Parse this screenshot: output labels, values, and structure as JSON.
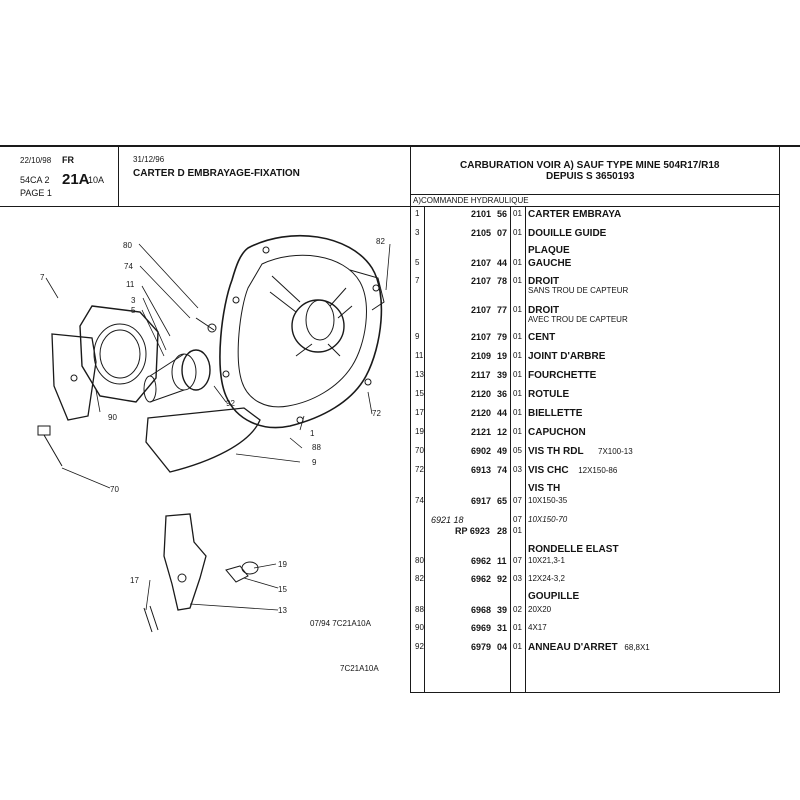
{
  "header": {
    "date": "22/10/98",
    "lang": "FR",
    "ref_prefix": "54CA 2",
    "ref_main": "21A",
    "ref_suffix": "10A",
    "page": "PAGE 1",
    "update_date": "31/12/96",
    "title": "CARTER D EMBRAYAGE-FIXATION",
    "applicability_line1": "CARBURATION VOIR A) SAUF TYPE MINE 504R17/R18",
    "applicability_line2": "DEPUIS S 3650193"
  },
  "parts_table": {
    "section_label": "A)COMMANDE HYDRAULIQUE",
    "rows": [
      {
        "item": "1",
        "ref": "2101",
        "sub": "56",
        "qty": "01",
        "name": "CARTER EMBRAYA",
        "detail": ""
      },
      {
        "item": "3",
        "ref": "2105",
        "sub": "07",
        "qty": "01",
        "name": "DOUILLE GUIDE",
        "detail": ""
      },
      {
        "item": "",
        "ref": "",
        "sub": "",
        "qty": "",
        "name": "PLAQUE",
        "detail": ""
      },
      {
        "item": "5",
        "ref": "2107",
        "sub": "44",
        "qty": "01",
        "name": "GAUCHE",
        "detail": ""
      },
      {
        "item": "7",
        "ref": "2107",
        "sub": "78",
        "qty": "01",
        "name": "DROIT",
        "detail": "SANS TROU DE CAPTEUR"
      },
      {
        "item": "",
        "ref": "2107",
        "sub": "77",
        "qty": "01",
        "name": "DROIT",
        "detail": "AVEC TROU DE CAPTEUR"
      },
      {
        "item": "9",
        "ref": "2107",
        "sub": "79",
        "qty": "01",
        "name": "CENT",
        "detail": ""
      },
      {
        "item": "11",
        "ref": "2109",
        "sub": "19",
        "qty": "01",
        "name": "JOINT D'ARBRE",
        "detail": ""
      },
      {
        "item": "13",
        "ref": "2117",
        "sub": "39",
        "qty": "01",
        "name": "FOURCHETTE",
        "detail": ""
      },
      {
        "item": "15",
        "ref": "2120",
        "sub": "36",
        "qty": "01",
        "name": "ROTULE",
        "detail": ""
      },
      {
        "item": "17",
        "ref": "2120",
        "sub": "44",
        "qty": "01",
        "name": "BIELLETTE",
        "detail": ""
      },
      {
        "item": "19",
        "ref": "2121",
        "sub": "12",
        "qty": "01",
        "name": "CAPUCHON",
        "detail": ""
      },
      {
        "item": "70",
        "ref": "6902",
        "sub": "49",
        "qty": "05",
        "name": "VIS TH RDL",
        "detail": "7X100-13"
      },
      {
        "item": "72",
        "ref": "6913",
        "sub": "74",
        "qty": "03",
        "name": "VIS CHC",
        "detail": "12X150-86"
      },
      {
        "item": "",
        "ref": "",
        "sub": "",
        "qty": "",
        "name": "VIS TH",
        "detail": ""
      },
      {
        "item": "74",
        "ref": "6917",
        "sub": "65",
        "qty": "07",
        "name": "",
        "detail": "10X150-35"
      },
      {
        "item": "",
        "ref": "6921 18",
        "sub": "",
        "qty": "07",
        "name": "",
        "detail": "10X150-70"
      },
      {
        "item": "",
        "ref": "RP  6923",
        "sub": "28",
        "qty": "01",
        "name": "",
        "detail": ""
      },
      {
        "item": "",
        "ref": "",
        "sub": "",
        "qty": "",
        "name": "RONDELLE ELAST",
        "detail": ""
      },
      {
        "item": "80",
        "ref": "6962",
        "sub": "11",
        "qty": "07",
        "name": "",
        "detail": "10X21,3-1"
      },
      {
        "item": "82",
        "ref": "6962",
        "sub": "92",
        "qty": "03",
        "name": "",
        "detail": "12X24-3,2"
      },
      {
        "item": "",
        "ref": "",
        "sub": "",
        "qty": "",
        "name": "GOUPILLE",
        "detail": ""
      },
      {
        "item": "88",
        "ref": "6968",
        "sub": "39",
        "qty": "02",
        "name": "",
        "detail": "20X20"
      },
      {
        "item": "90",
        "ref": "6969",
        "sub": "31",
        "qty": "01",
        "name": "",
        "detail": "4X17"
      },
      {
        "item": "92",
        "ref": "6979",
        "sub": "04",
        "qty": "01",
        "name": "ANNEAU D'ARRET",
        "detail": "68,8X1"
      }
    ]
  },
  "diagram": {
    "callouts": [
      "80",
      "74",
      "11",
      "3",
      "5",
      "7",
      "90",
      "92",
      "70",
      "82",
      "1",
      "72",
      "88",
      "9",
      "17",
      "19",
      "15",
      "13"
    ],
    "update_note": "07/94  7C21A10A",
    "drawing_ref": "7C21A10A"
  },
  "colors": {
    "ink": "#1a1a1a",
    "paper": "#ffffff"
  }
}
